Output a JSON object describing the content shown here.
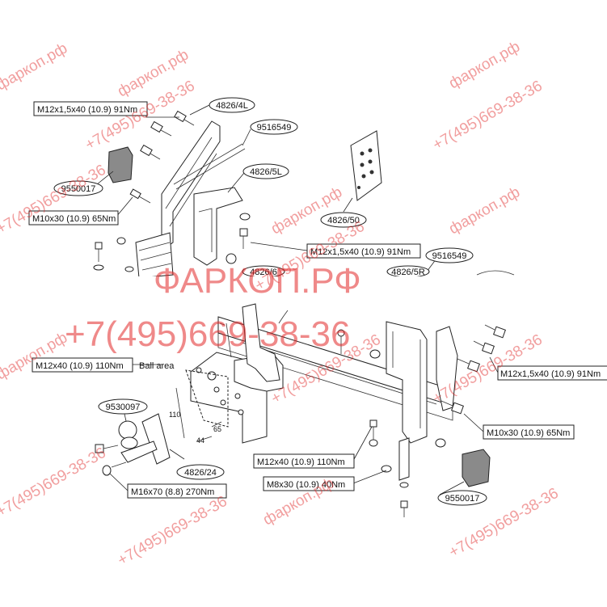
{
  "labels": {
    "bolt_m12x15x40_top": "M12x1,5x40 (10.9) 91Nm",
    "part_4826_4l": "4826/4L",
    "part_9516549_top": "9516549",
    "part_4826_5l": "4826/5L",
    "part_9550017_left": "9550017",
    "bolt_m10x30_left": "M10x30 (10.9) 65Nm",
    "part_4826_50": "4826/50",
    "bolt_m12x15x40_mid": "M12x1,5x40 (10.9) 91Nm",
    "part_9516549_mid": "9516549",
    "part_4826_6": "4826/6",
    "part_4826_5r": "4826/5R",
    "bolt_m12x40_left": "M12x40 (10.9) 110Nm",
    "ball_area": "Ball area",
    "part_9530097": "9530097",
    "dim_110": "110",
    "dim_44": "44",
    "dim_65": "65",
    "part_4826_24": "4826/24",
    "bolt_m16x70": "M16x70 (8.8) 270Nm",
    "bolt_m12x15x40_right": "M12x1,5x40 (10.9) 91Nm",
    "bolt_m10x30_right": "M10x30 (10.9) 65Nm",
    "bolt_m12x40_bottom": "M12x40 (10.9) 110Nm",
    "bolt_m8x30": "M8x30 (10.9) 40Nm",
    "part_9550017_right": "9550017"
  },
  "watermark": {
    "site": "ФАРКОП.РФ",
    "phone": "+7(495)669-38-36",
    "site_small": "фаркоп.рф",
    "phone_small": "+7(495)669-38-36",
    "color": "#e12828"
  }
}
